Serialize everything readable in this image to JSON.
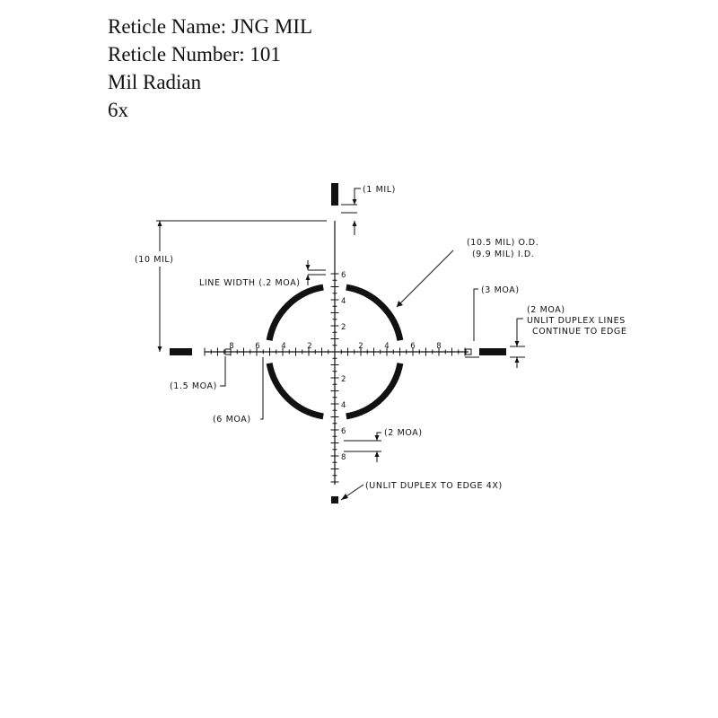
{
  "header": {
    "reticle_name": "Reticle Name: JNG MIL",
    "reticle_number": "Reticle Number: 101",
    "unit": "Mil Radian",
    "magnification": "6x"
  },
  "tick_labels": {
    "h_left": [
      "8",
      "6",
      "4",
      "2"
    ],
    "h_right": [
      "2",
      "4",
      "6",
      "8"
    ],
    "v_top": [
      "6",
      "4",
      "2"
    ],
    "v_bottom": [
      "2",
      "4",
      "6",
      "8"
    ]
  },
  "annotations": {
    "one_mil": "(1 MIL)",
    "ten_mil": "(10 MIL)",
    "line_width": "LINE WIDTH (.2 MOA)",
    "od": "(10.5 MIL) O.D.",
    "id": "(9.9 MIL) I.D.",
    "three_moa": "(3 MOA)",
    "two_moa_right": "(2 MOA)",
    "unlit_duplex_lines_1": "UNLIT DUPLEX LINES",
    "unlit_duplex_lines_2": "CONTINUE TO EDGE",
    "one_five_moa": "(1.5 MOA)",
    "six_moa": "(6 MOA)",
    "two_moa_bottom": "(2 MOA)",
    "unlit_duplex_edge": "(UNLIT DUPLEX TO EDGE 4X)"
  }
}
